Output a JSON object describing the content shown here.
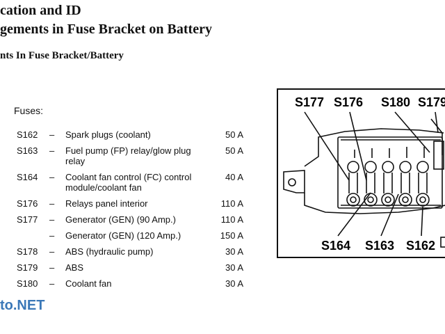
{
  "header": {
    "title_line1": "cation and ID",
    "title_line2": "gements in Fuse Bracket on Battery",
    "subtitle": "nts In Fuse Bracket/Battery"
  },
  "fuses": {
    "heading": "Fuses:",
    "rows": [
      {
        "id": "S162",
        "dash": "–",
        "desc_lines": [
          "Spark plugs (coolant)"
        ],
        "amp": "50 A"
      },
      {
        "id": "S163",
        "dash": "–",
        "desc_lines": [
          "Fuel pump (FP) relay/glow plug",
          "relay"
        ],
        "amp": "50 A"
      },
      {
        "id": "S164",
        "dash": "–",
        "desc_lines": [
          "Coolant fan control (FC) control",
          "module/coolant fan"
        ],
        "amp": "40 A"
      },
      {
        "id": "S176",
        "dash": "–",
        "desc_lines": [
          "Relays panel interior"
        ],
        "amp": "110 A"
      },
      {
        "id": "S177",
        "dash": "–",
        "desc_lines": [
          "Generator (GEN) (90 Amp.)"
        ],
        "amp": "110 A"
      },
      {
        "id": "",
        "dash": "–",
        "desc_lines": [
          "Generator (GEN) (120 Amp.)"
        ],
        "amp": "150 A"
      },
      {
        "id": "S178",
        "dash": "–",
        "desc_lines": [
          "ABS (hydraulic pump)"
        ],
        "amp": "30 A"
      },
      {
        "id": "S179",
        "dash": "–",
        "desc_lines": [
          "ABS"
        ],
        "amp": "30 A"
      },
      {
        "id": "S180",
        "dash": "–",
        "desc_lines": [
          "Coolant fan"
        ],
        "amp": "30 A"
      }
    ]
  },
  "diagram": {
    "labels_top": [
      "S177",
      "S176",
      "S180",
      "S179"
    ],
    "labels_bottom": [
      "S164",
      "S163",
      "S162"
    ]
  },
  "watermark": "to.NET"
}
